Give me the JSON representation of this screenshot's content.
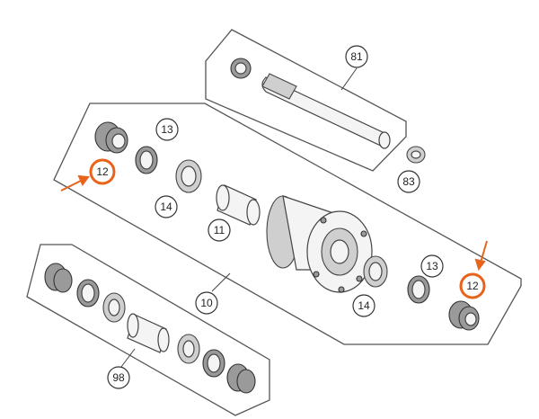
{
  "callouts": {
    "c81": "81",
    "c83": "83",
    "c13_left": "13",
    "c12_left": "12",
    "c14_left": "14",
    "c11": "11",
    "c10": "10",
    "c13_right": "13",
    "c12_right": "12",
    "c14_right": "14",
    "c98": "98"
  },
  "colors": {
    "highlight": "#e8641c",
    "outline": "#555555",
    "background": "#ffffff"
  }
}
